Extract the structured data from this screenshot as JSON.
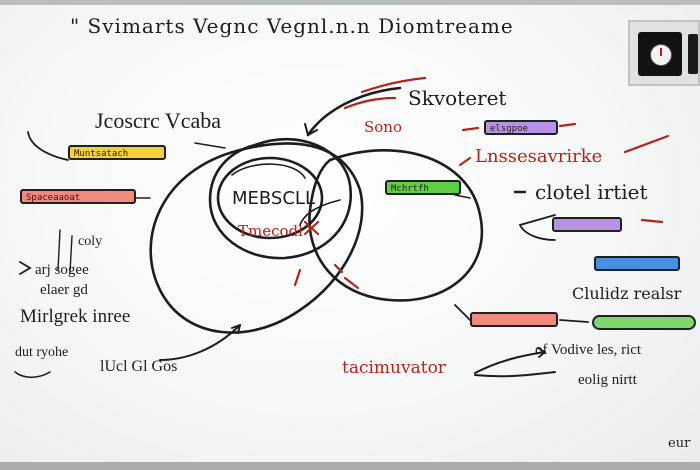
{
  "title": "\" Svimarts Vegnc Vegnl.n.n Diomtreame",
  "center_label": "MEBSCLL",
  "center_sublabel": "Tmecodl",
  "left_heading": "Jcoscrc Vcaba",
  "top_right_heading": "Skvoteret",
  "top_right_sub": "Sono",
  "right_heading": "Lnssesavrirke",
  "right_label_1": "clotel irtiet",
  "right_label_2": "Clulidz realsr",
  "left_note_1": "coly",
  "left_note_2": "arj sogee",
  "left_note_3": "elaer gd",
  "left_note_4": "Mirlgrek inree",
  "bottom_left_1": "dut ryohe",
  "bottom_left_2": "lUcl Gl Gos",
  "bottom_center": "tacimuvator",
  "bottom_right_1": "of Vodive les, rict",
  "bottom_right_2": "eolig nirtt",
  "corner_mark": "eur",
  "tags": {
    "yellow": "Muntsatach",
    "salmon": "Spaceaaoat",
    "green": "Mchrtfh",
    "purple_top": "elsgpoe",
    "purple_right": "",
    "blue_right": "",
    "red_bottom": "",
    "green_bottom": ""
  },
  "colors": {
    "yellow": "#f2d23a",
    "salmon": "#f08a7f",
    "green": "#5fcf48",
    "purple": "#b592e6",
    "blue": "#4a8fe0",
    "red_ink": "#b3231c",
    "black_ink": "#1d1d1d",
    "thermostat_face": "#121212"
  },
  "icons": [
    "thermostat-icon"
  ]
}
